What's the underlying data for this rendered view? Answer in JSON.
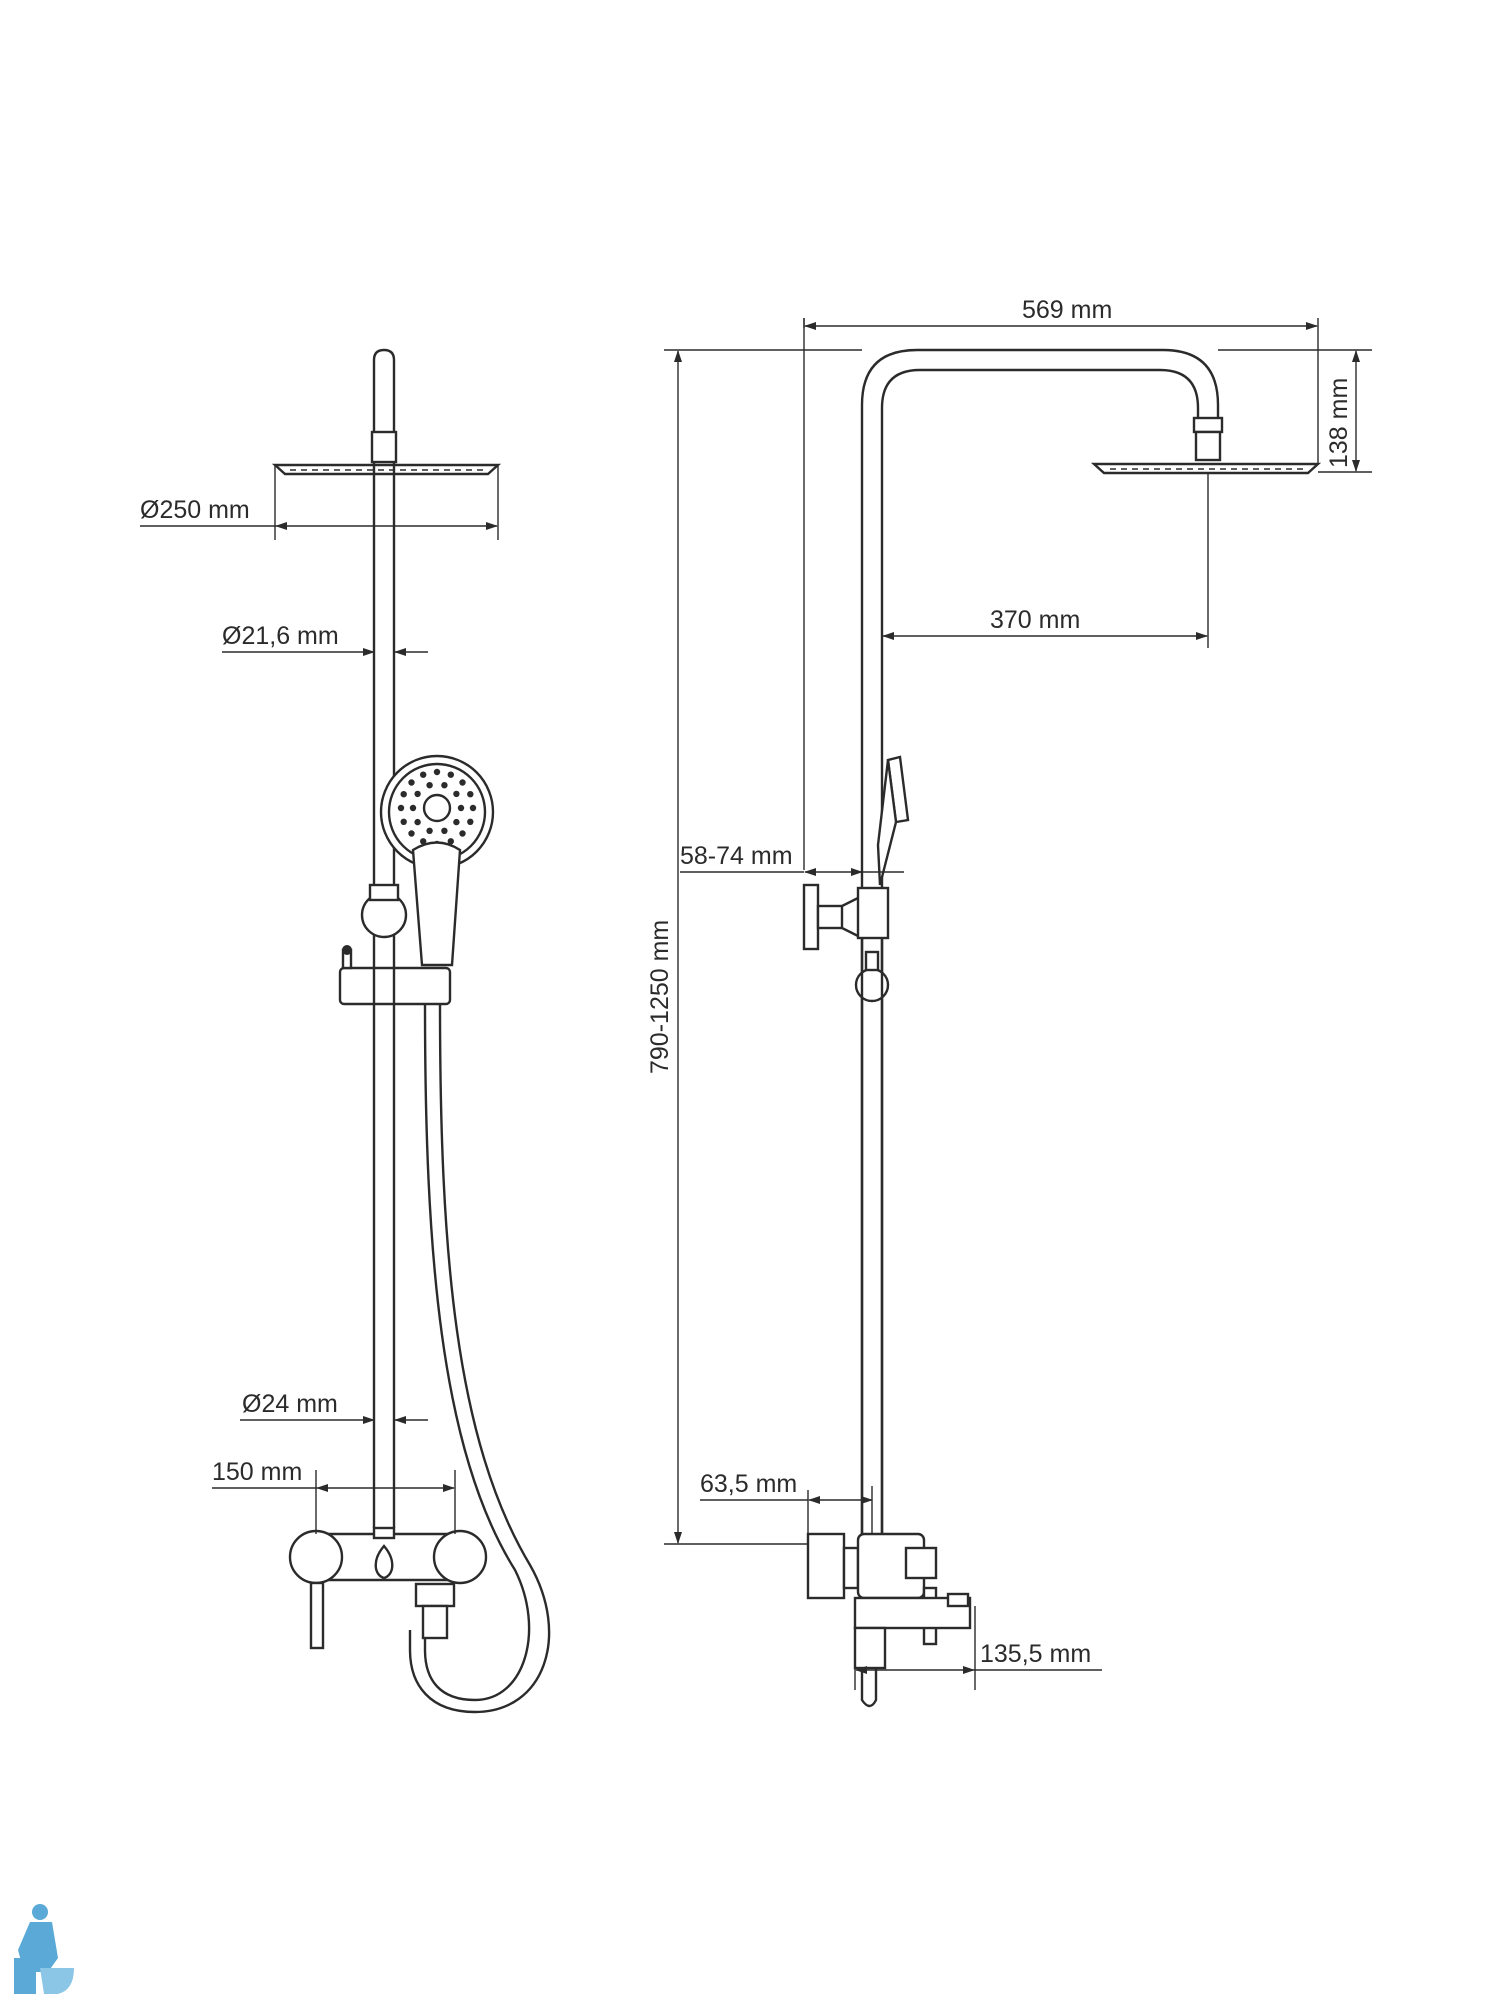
{
  "dimensions": {
    "head_diameter": "Ø250 mm",
    "pipe_diameter_upper": "Ø21,6 mm",
    "pipe_diameter_lower": "Ø24 mm",
    "outlet_spacing": "150 mm",
    "arm_length": "569 mm",
    "head_drop": "138 mm",
    "head_reach": "370 mm",
    "wall_distance_bracket": "58-74 mm",
    "height_range": "790-1250 mm",
    "wall_distance_mixer": "63,5 mm",
    "spout_projection": "135,5 mm"
  },
  "colors": {
    "line": "#2b2b2b",
    "background": "#ffffff",
    "logo": "#5aa9d6"
  },
  "icons": {
    "logo": "plumber-logo-icon"
  }
}
